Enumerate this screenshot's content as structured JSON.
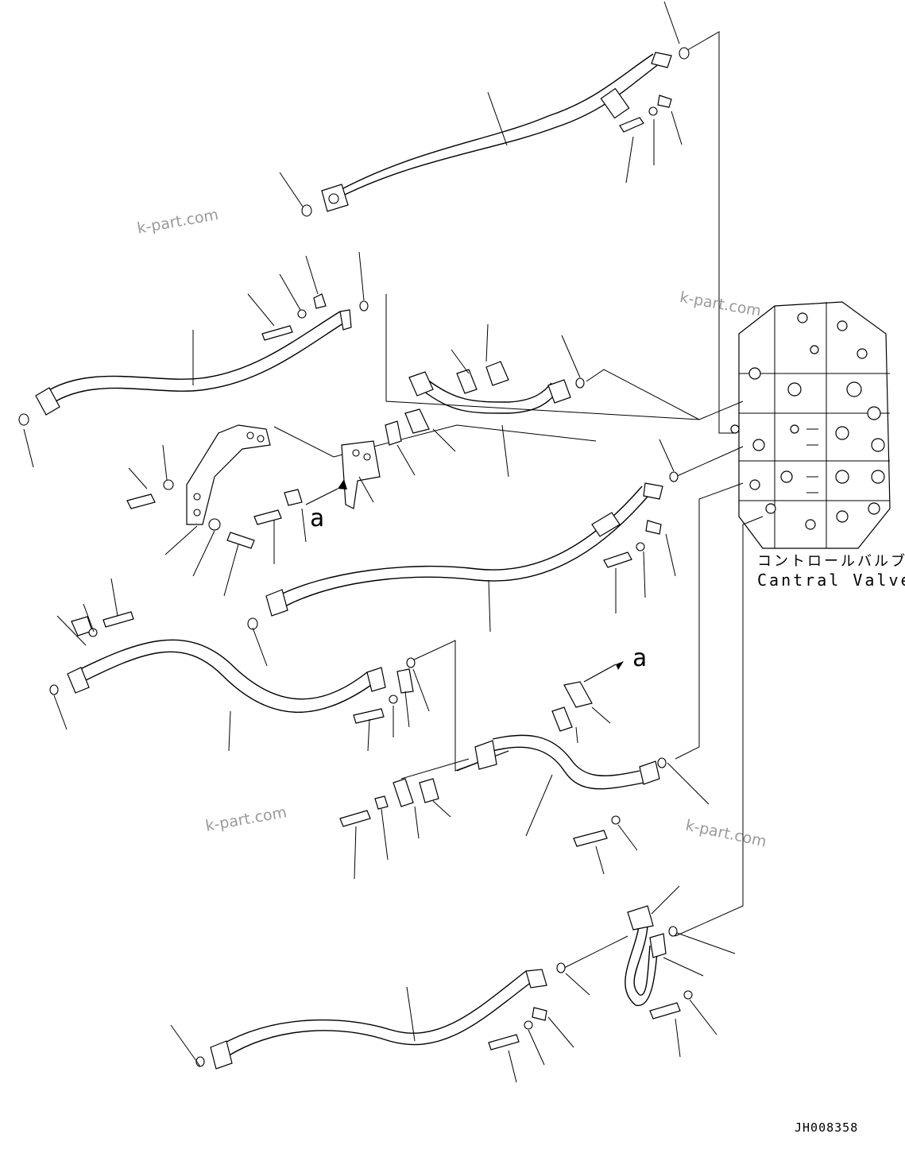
{
  "component": {
    "name_jp": "コントロールバルブ",
    "name_en": "Cantral Valve"
  },
  "view_marker": "a",
  "drawing_number": "JH008358",
  "watermark": "k-part.com"
}
